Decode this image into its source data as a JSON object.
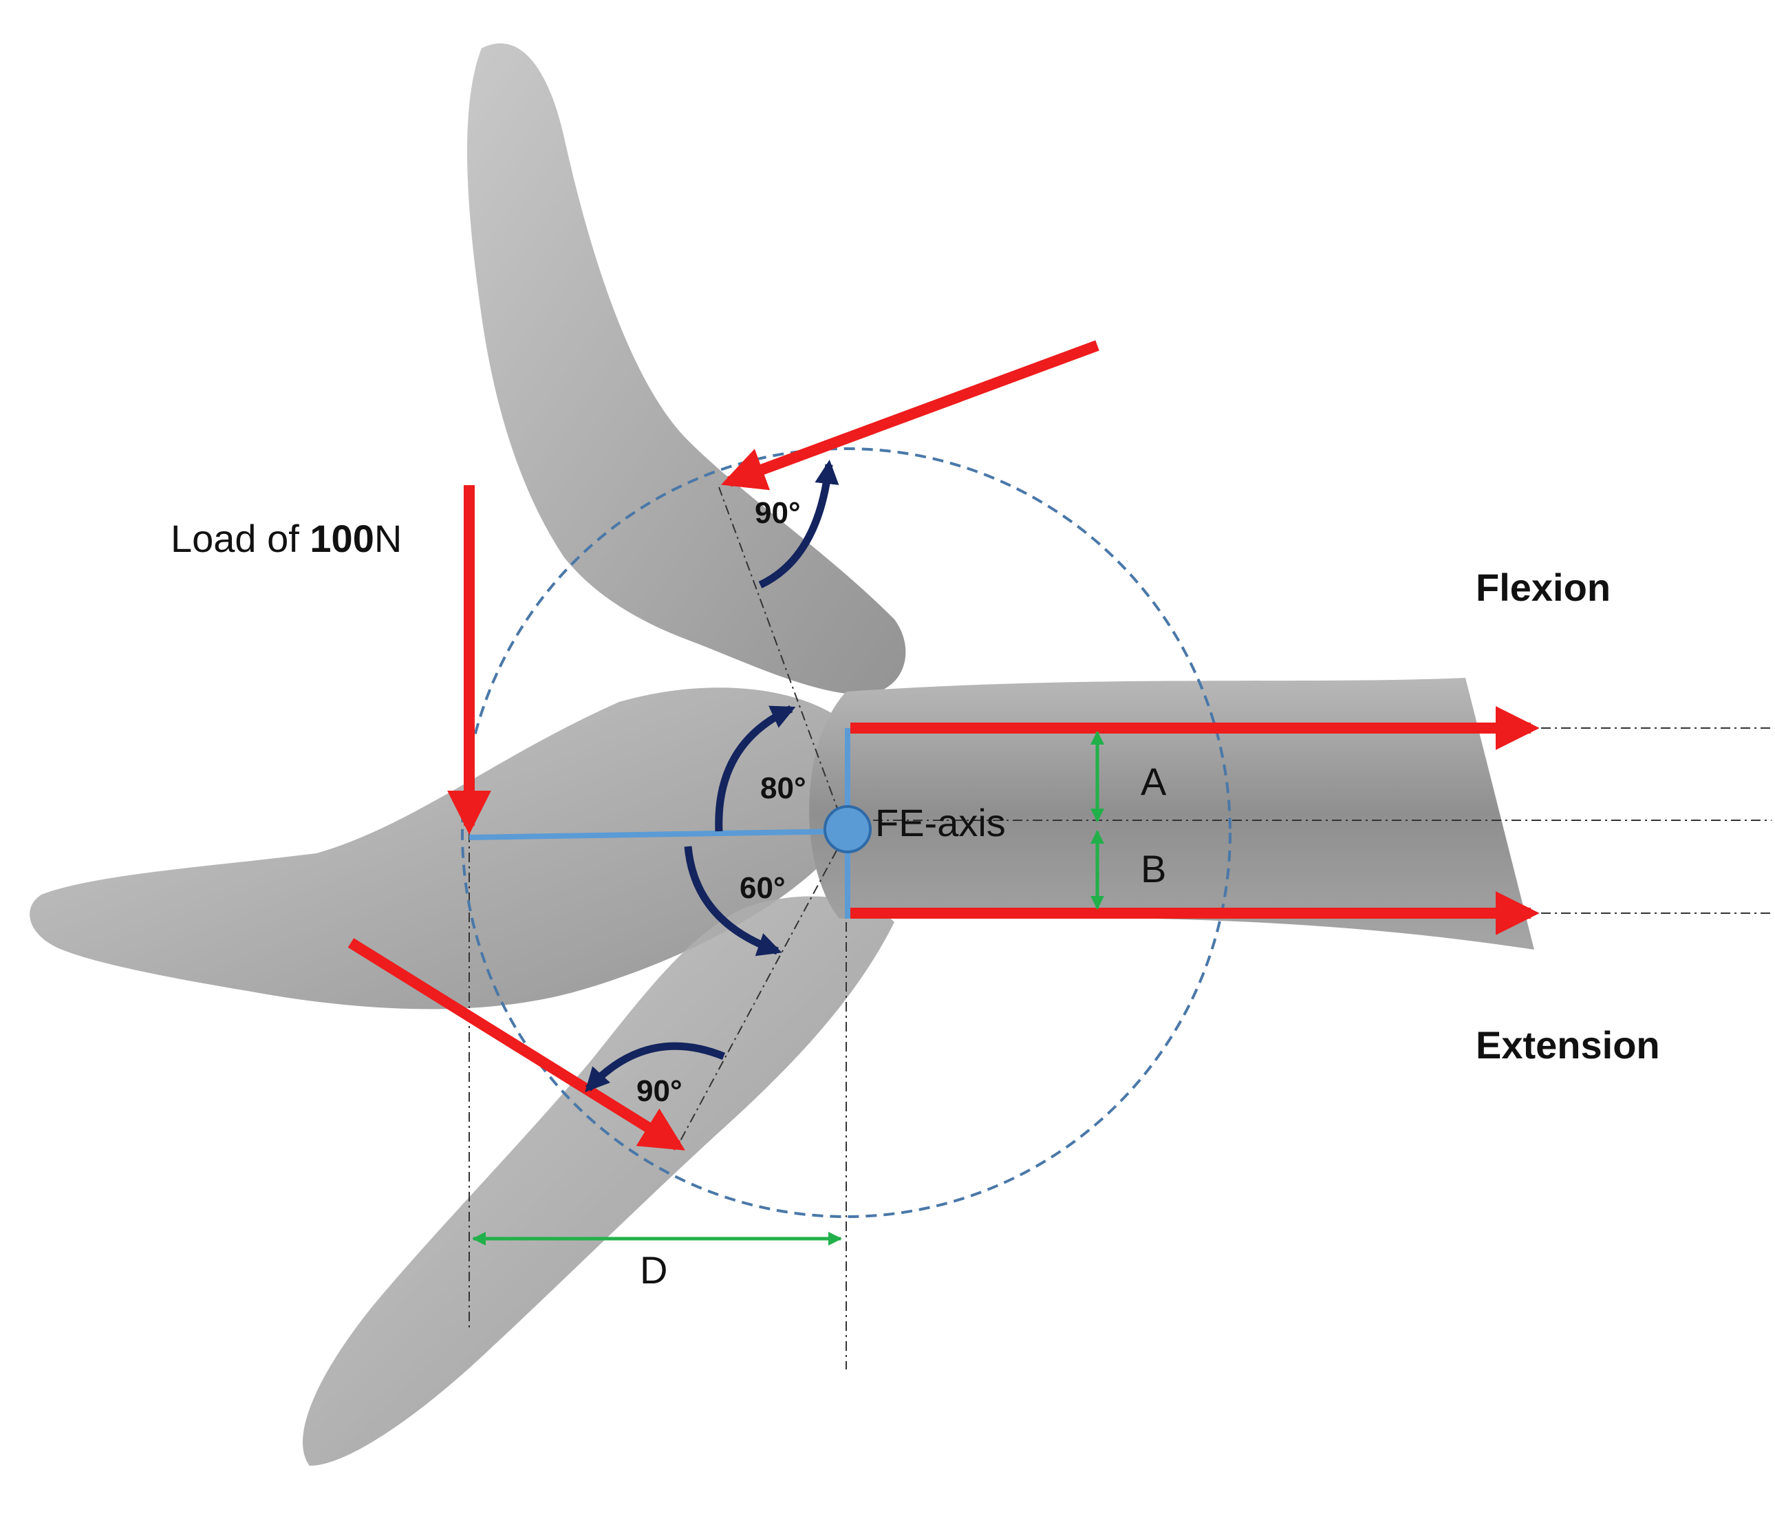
{
  "labels": {
    "load_prefix": "Load of ",
    "load_value": "100",
    "load_unit": "N",
    "flexion": "Flexion",
    "extension": "Extension",
    "axis": "FE-axis",
    "dim_a": "A",
    "dim_b": "B",
    "dim_d": "D",
    "angle_top": "90°",
    "angle_flex": "80°",
    "angle_ext": "60°",
    "angle_bottom": "90°"
  },
  "colors": {
    "force": "#ee1c1c",
    "moment_arrow": "#13245e",
    "axis_line": "#5b9bd5",
    "axis_circle": "#4a78a8",
    "dimension": "#22b04b",
    "hand": "#a8a8a8",
    "forearm": "#9c9c9c",
    "text": "#111111"
  }
}
